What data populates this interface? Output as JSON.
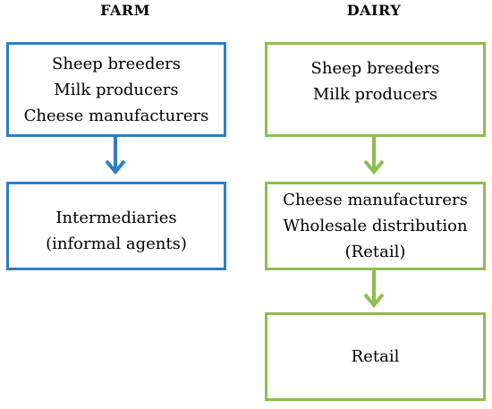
{
  "farm": {
    "title": "FARM",
    "box1": [
      "Sheep breeders",
      "Milk producers",
      "Cheese manufacturers"
    ],
    "box2": [
      "Intermediaries",
      "(informal agents)"
    ],
    "color": "#2e7ec1"
  },
  "dairy": {
    "title": "DAIRY",
    "box1": [
      "Sheep breeders",
      "Milk producers"
    ],
    "box2": [
      "Cheese manufacturers",
      "Wholesale distribution",
      "(Retail)"
    ],
    "box3": [
      "Retail"
    ],
    "color": "#8dbd4e"
  }
}
